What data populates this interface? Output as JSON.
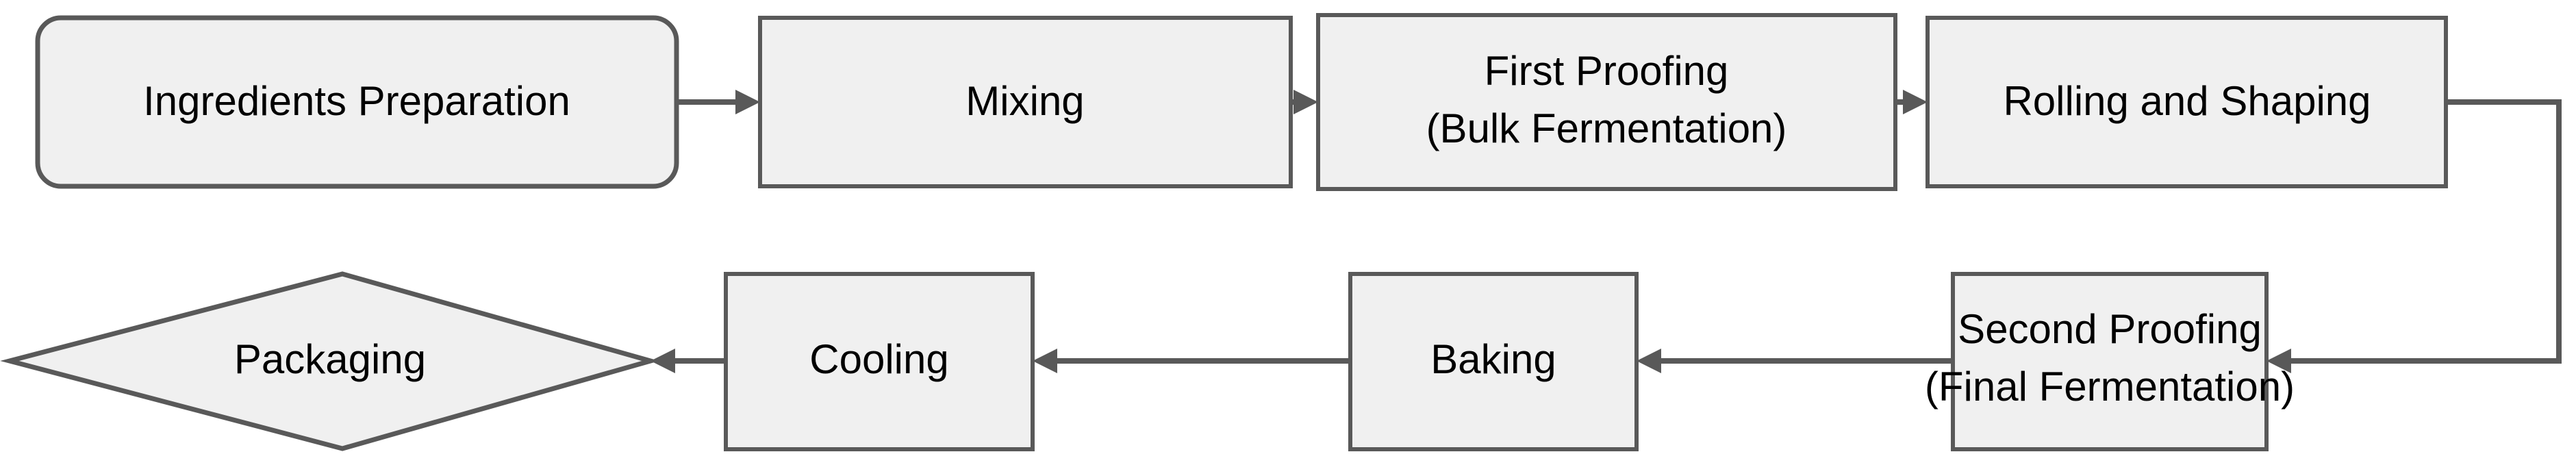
{
  "diagram": {
    "type": "process-flowchart",
    "title": "Bread Production Process Flow",
    "orientation": "serpentine-two-rows",
    "colors": {
      "node_fill": "#F0F0F0",
      "node_border": "#595959",
      "edge": "#595959",
      "text": "#000000",
      "background": "#FFFFFF"
    },
    "nodes": [
      {
        "id": "ingredients-preparation",
        "label": "Ingredients Preparation",
        "lines": [
          "Ingredients Preparation"
        ],
        "shape": "rounded-rectangle",
        "row": "top",
        "order": 1
      },
      {
        "id": "mixing",
        "label": "Mixing",
        "lines": [
          "Mixing"
        ],
        "shape": "rectangle",
        "row": "top",
        "order": 2
      },
      {
        "id": "first-proofing",
        "label": "First Proofing (Bulk Fermentation)",
        "lines": [
          "First Proofing",
          "(Bulk Fermentation)"
        ],
        "shape": "rectangle",
        "row": "top",
        "order": 3
      },
      {
        "id": "rolling-and-shaping",
        "label": "Rolling and Shaping",
        "lines": [
          "Rolling and Shaping"
        ],
        "shape": "rectangle",
        "row": "top",
        "order": 4
      },
      {
        "id": "second-proofing",
        "label": "Second Proofing (Final Fermentation)",
        "lines": [
          "Second Proofing",
          "(Final Fermentation)"
        ],
        "shape": "rectangle",
        "row": "bottom",
        "order": 5
      },
      {
        "id": "baking",
        "label": "Baking",
        "lines": [
          "Baking"
        ],
        "shape": "rectangle",
        "row": "bottom",
        "order": 6
      },
      {
        "id": "cooling",
        "label": "Cooling",
        "lines": [
          "Cooling"
        ],
        "shape": "rectangle",
        "row": "bottom",
        "order": 7
      },
      {
        "id": "packaging",
        "label": "Packaging",
        "lines": [
          "Packaging"
        ],
        "shape": "diamond",
        "row": "bottom",
        "order": 8
      }
    ],
    "edges": [
      {
        "id": "edge-1",
        "from": "ingredients-preparation",
        "to": "mixing",
        "direction": "right"
      },
      {
        "id": "edge-2",
        "from": "mixing",
        "to": "first-proofing",
        "direction": "right"
      },
      {
        "id": "edge-3",
        "from": "first-proofing",
        "to": "rolling-and-shaping",
        "direction": "right"
      },
      {
        "id": "edge-4",
        "from": "rolling-and-shaping",
        "to": "second-proofing",
        "direction": "elbow-down-left"
      },
      {
        "id": "edge-5",
        "from": "second-proofing",
        "to": "baking",
        "direction": "left"
      },
      {
        "id": "edge-6",
        "from": "baking",
        "to": "cooling",
        "direction": "left"
      },
      {
        "id": "edge-7",
        "from": "cooling",
        "to": "packaging",
        "direction": "left"
      }
    ]
  }
}
